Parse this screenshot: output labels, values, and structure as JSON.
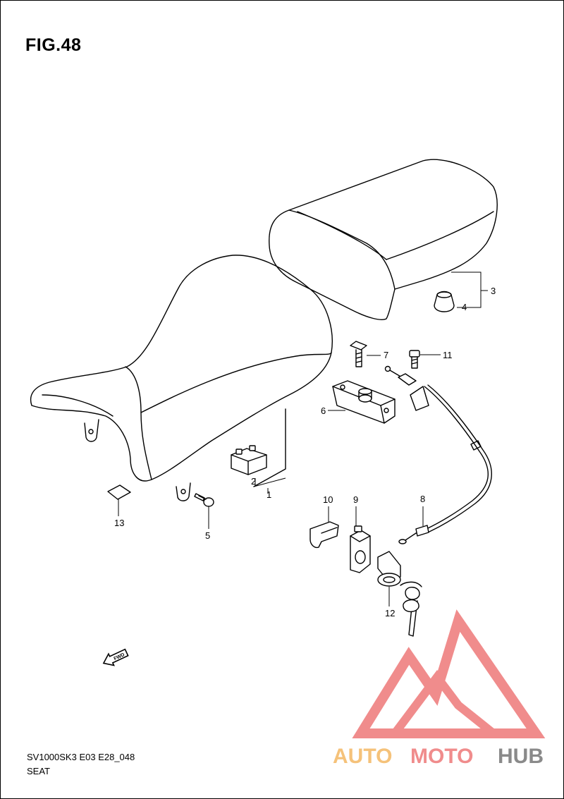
{
  "figure": {
    "title": "FIG.48",
    "model_code": "SV1000SK3 E03 E28_048",
    "section_name": "SEAT"
  },
  "callouts": [
    {
      "id": "1",
      "label": "1"
    },
    {
      "id": "2",
      "label": "2"
    },
    {
      "id": "3",
      "label": "3"
    },
    {
      "id": "4",
      "label": "4"
    },
    {
      "id": "5",
      "label": "5"
    },
    {
      "id": "6",
      "label": "6"
    },
    {
      "id": "7",
      "label": "7"
    },
    {
      "id": "8",
      "label": "8"
    },
    {
      "id": "9",
      "label": "9"
    },
    {
      "id": "10",
      "label": "10"
    },
    {
      "id": "11",
      "label": "11"
    },
    {
      "id": "12",
      "label": "12"
    },
    {
      "id": "13",
      "label": "13"
    }
  ],
  "direction_arrow": {
    "label": "FWD"
  },
  "watermark": {
    "part1": "AUTO",
    "part2": "MOTO",
    "part3": "HUB",
    "colors": {
      "red": "#f08c8c",
      "orange": "#f5c27a",
      "gray": "#8a8a8a"
    }
  }
}
